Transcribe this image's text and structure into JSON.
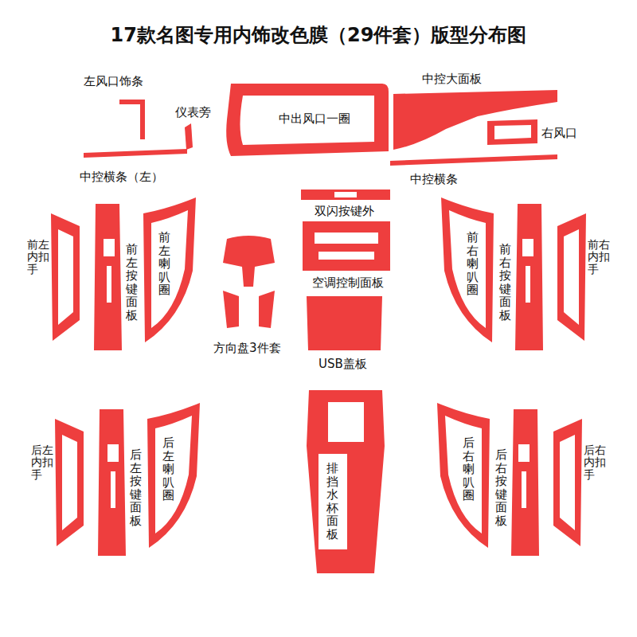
{
  "diagram": {
    "title": "17款名图专用内饰改色膜（29件套）版型分布图",
    "labels": [
      "左风口饰条",
      "仪表旁",
      "中出风口一圈",
      "中控大面板",
      "右风口",
      "中控横条（左）",
      "中控横条",
      "双闪按键外",
      "前左内扣手",
      "前左按键面板",
      "前左喇叭圈",
      "空调控制面板",
      "方向盘3件套",
      "USB盖板",
      "前右喇叭圈",
      "前右按键面板",
      "前右内扣手",
      "后左内扣手",
      "后左按键面板",
      "后左喇叭圈",
      "排挡水杯面板",
      "后右喇叭圈",
      "后右按键面板",
      "后右内扣手"
    ]
  }
}
